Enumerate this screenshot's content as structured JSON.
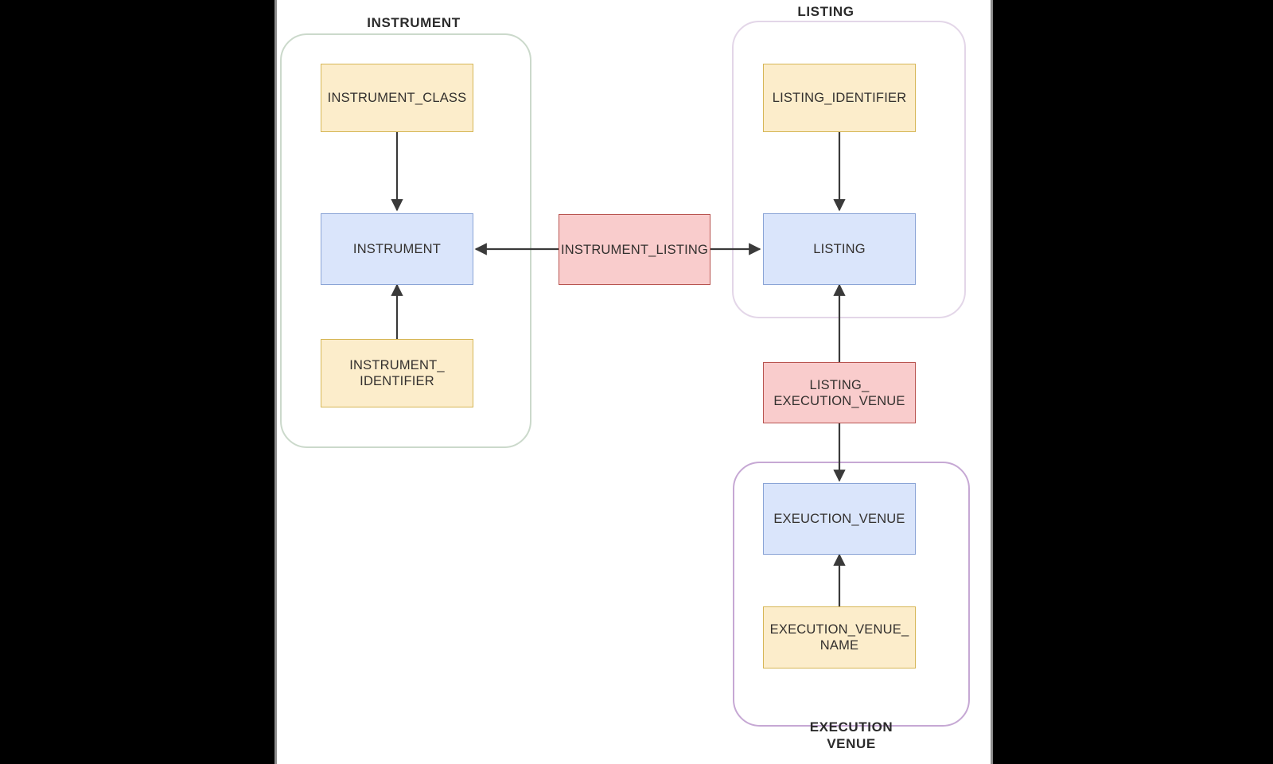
{
  "canvas": {
    "background": "#ffffff",
    "outside_background": "#000000"
  },
  "palette": {
    "entity_fill": "#dae5fb",
    "entity_stroke": "#8aa4d6",
    "attribute_fill": "#fcedcb",
    "attribute_stroke": "#d6b656",
    "relation_fill": "#f9cccc",
    "relation_stroke": "#b85450",
    "edge_stroke": "#3a3a3a",
    "group_instrument_stroke": "#cbd9cb",
    "group_listing_stroke": "#e3d6e8",
    "group_execution_venue_stroke": "#c6a8d4",
    "text": "#33302e"
  },
  "groups": [
    {
      "id": "instrument",
      "label": "INSTRUMENT",
      "label_position": "top"
    },
    {
      "id": "listing",
      "label": "LISTING",
      "label_position": "top"
    },
    {
      "id": "execution_venue",
      "label": "EXECUTION\nVENUE",
      "label_position": "bottom"
    }
  ],
  "nodes": [
    {
      "id": "instrument_class",
      "label": "INSTRUMENT_CLASS",
      "kind": "attribute"
    },
    {
      "id": "instrument",
      "label": "INSTRUMENT",
      "kind": "entity"
    },
    {
      "id": "instrument_identifier",
      "label": "INSTRUMENT_\nIDENTIFIER",
      "kind": "attribute"
    },
    {
      "id": "instrument_listing",
      "label": "INSTRUMENT_LISTING",
      "kind": "relation"
    },
    {
      "id": "listing_identifier",
      "label": "LISTING_IDENTIFIER",
      "kind": "attribute"
    },
    {
      "id": "listing",
      "label": "LISTING",
      "kind": "entity"
    },
    {
      "id": "listing_execution_venue",
      "label": "LISTING_\nEXECUTION_VENUE",
      "kind": "relation"
    },
    {
      "id": "exeuction_venue",
      "label": "EXEUCTION_VENUE",
      "kind": "entity"
    },
    {
      "id": "execution_venue_name",
      "label": "EXECUTION_VENUE_\nNAME",
      "kind": "attribute"
    }
  ],
  "edges": [
    {
      "from": "instrument_class",
      "to": "instrument",
      "direction": "down"
    },
    {
      "from": "instrument_identifier",
      "to": "instrument",
      "direction": "up"
    },
    {
      "from": "instrument_listing",
      "to": "instrument",
      "direction": "left"
    },
    {
      "from": "instrument_listing",
      "to": "listing",
      "direction": "right"
    },
    {
      "from": "listing_identifier",
      "to": "listing",
      "direction": "down"
    },
    {
      "from": "listing_execution_venue",
      "to": "listing",
      "direction": "up"
    },
    {
      "from": "listing_execution_venue",
      "to": "exeuction_venue",
      "direction": "down"
    },
    {
      "from": "execution_venue_name",
      "to": "exeuction_venue",
      "direction": "up"
    }
  ]
}
